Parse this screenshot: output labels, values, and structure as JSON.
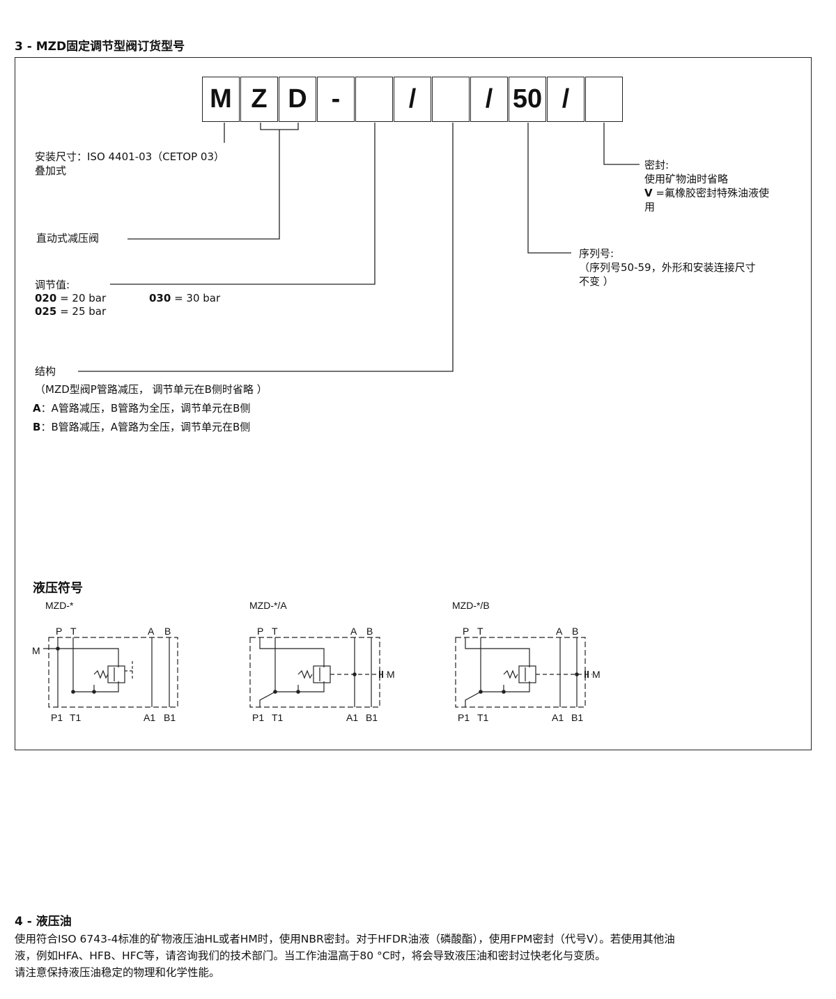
{
  "section3": {
    "title": "3 - MZD固定调节型阀订货型号"
  },
  "code_cells": [
    "M",
    "Z",
    "D",
    "-",
    "",
    "/",
    "",
    "/",
    "50",
    "/",
    ""
  ],
  "labels": {
    "mounting_1": "安装尺寸：ISO 4401-03（CETOP 03）",
    "mounting_2": "叠加式",
    "valve_type": "直动式减压阀",
    "setting_title": "调节值:",
    "setting_020_code": "020",
    "setting_020_val": " = 20 bar",
    "setting_025_code": "025",
    "setting_025_val": " = 25 bar",
    "setting_030_code": "030",
    "setting_030_val": " = 30 bar",
    "structure_title": "结构",
    "structure_note": "（MZD型阀P管路减压， 调节单元在B侧时省略 ）",
    "structure_a_code": "A",
    "structure_a_text": "：A管路减压，B管路为全压，调节单元在B侧",
    "structure_b_code": "B",
    "structure_b_text": "：B管路减压，A管路为全压，调节单元在B侧",
    "seal_title": "密封:",
    "seal_line1": "使用矿物油时省略",
    "seal_v_code": "V",
    "seal_v_text": " =氟橡胶密封特殊油液使",
    "seal_line3": "用",
    "serial_title": "序列号:",
    "serial_line1": "（序列号50-59，外形和安装连接尺寸",
    "serial_line2": "不变 ）"
  },
  "symbols": {
    "title": "液压符号",
    "diagrams": [
      {
        "name": "MZD-*"
      },
      {
        "name": "MZD-*/A"
      },
      {
        "name": "MZD-*/B"
      }
    ],
    "ports_top": [
      "P",
      "T",
      "A",
      "B"
    ],
    "ports_bottom": [
      "P1",
      "T1",
      "A1",
      "B1"
    ],
    "gauge_port": "M"
  },
  "section4": {
    "title": "4 - 液压油",
    "p1": "使用符合ISO 6743-4标准的矿物液压油HL或者HM时，使用NBR密封。对于HFDR油液（磷酸酯），使用FPM密封（代号V）。若使用其他油",
    "p2": "液，例如HFA、HFB、HFC等，请咨询我们的技术部门。当工作油温高于80 °C时，将会导致液压油和密封过快老化与变质。",
    "p3": "请注意保持液压油稳定的物理和化学性能。"
  }
}
